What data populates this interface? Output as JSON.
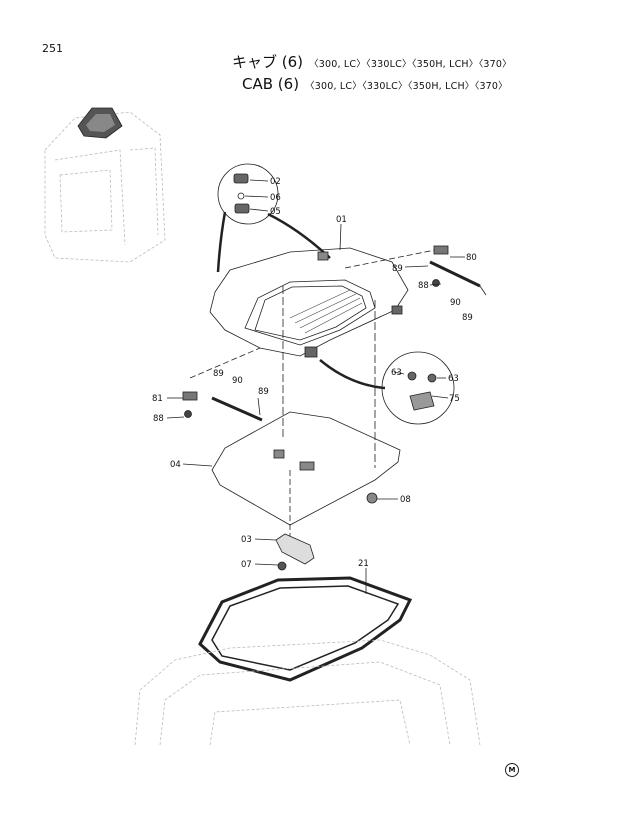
{
  "page_number": "251",
  "title": {
    "jp_main": "キャブ (6)",
    "en_main": "CAB (6)",
    "models": "〈300, LC〉〈330LC〉〈350H, LCH〉〈370〉"
  },
  "callouts": {
    "c02": "02",
    "c06": "06",
    "c05": "05",
    "c01": "01",
    "c80": "80",
    "c89a": "89",
    "c88a": "88",
    "c90a": "90",
    "c89b": "89",
    "c81": "81",
    "c89c": "89",
    "c90b": "90",
    "c89d": "89",
    "c88b": "88",
    "c63a": "63",
    "c63b": "63",
    "c75": "75",
    "c04": "04",
    "c08": "08",
    "c03": "03",
    "c07": "07",
    "c21": "21"
  },
  "footer_mark": "M"
}
